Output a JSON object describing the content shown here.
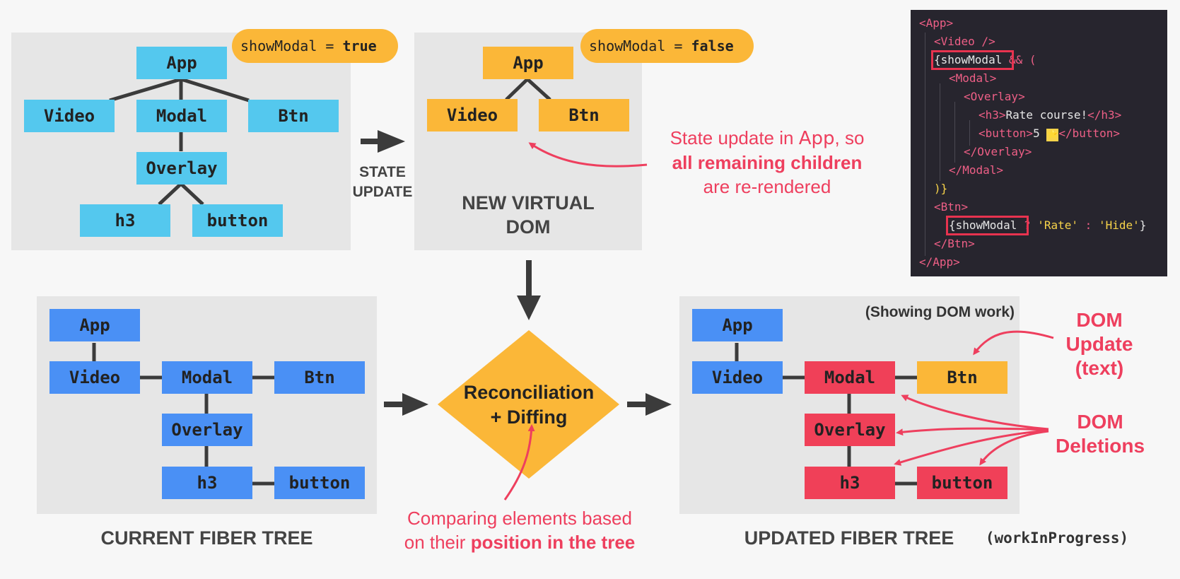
{
  "state_badges": {
    "before_var": "showModal",
    "before_op": " = ",
    "before_val": "true",
    "after_var": "showModal",
    "after_op": " = ",
    "after_val": "false"
  },
  "old_vdom": {
    "app": "App",
    "video": "Video",
    "modal": "Modal",
    "btn": "Btn",
    "overlay": "Overlay",
    "h3": "h3",
    "button": "button",
    "color": "#54c8ee"
  },
  "new_vdom": {
    "app": "App",
    "video": "Video",
    "btn": "Btn",
    "label_line1": "NEW VIRTUAL",
    "label_line2": "DOM",
    "color": "#fbb738"
  },
  "state_update_label": {
    "line1": "STATE",
    "line2": "UPDATE"
  },
  "rerender_note": {
    "line1_a": "State update in ",
    "line1_b": "App",
    "line1_c": ", so",
    "line2": "all remaining children",
    "line3": "are re-rendered"
  },
  "current_fiber": {
    "app": "App",
    "video": "Video",
    "modal": "Modal",
    "btn": "Btn",
    "overlay": "Overlay",
    "h3": "h3",
    "button": "button",
    "label": "CURRENT FIBER TREE",
    "color": "#4a90f5"
  },
  "reconciliation": {
    "line1": "Reconciliation",
    "line2": "+ Diffing",
    "color": "#fbb738"
  },
  "comparing_note": {
    "line1": "Comparing elements based",
    "line2_a": "on their ",
    "line2_b": "position in the tree"
  },
  "updated_fiber": {
    "app": "App",
    "video": "Video",
    "modal": "Modal",
    "btn": "Btn",
    "overlay": "Overlay",
    "h3": "h3",
    "button": "button",
    "header_note": "(Showing DOM work)",
    "label": "UPDATED FIBER TREE",
    "wip": "(workInProgress)",
    "update_color": "#fbb738",
    "deletion_color": "#f04058"
  },
  "dom_update_note": {
    "line1": "DOM",
    "line2": "Update",
    "line3": "(text)"
  },
  "dom_deletions_note": {
    "line1": "DOM",
    "line2": "Deletions"
  },
  "code": {
    "l1_open": "<App>",
    "l2": "<Video />",
    "l3_var": "{showModal",
    "l3_op": " && (",
    "l4": "<Modal>",
    "l5": "<Overlay>",
    "l6_open": "<h3>",
    "l6_text": "Rate course!",
    "l6_close": "</h3>",
    "l7_open": "<button>",
    "l7_text": "5 ",
    "l7_star": "⭐",
    "l7_close": "</button>",
    "l8": "</Overlay>",
    "l9": "</Modal>",
    "l10": ")}",
    "l11": "<Btn>",
    "l12_var": "{showModal",
    "l12_q": " ? ",
    "l12_rate": "'Rate'",
    "l12_colon": " : ",
    "l12_hide": "'Hide'",
    "l12_close": "}",
    "l13": "</Btn>",
    "l14": "</App>"
  }
}
